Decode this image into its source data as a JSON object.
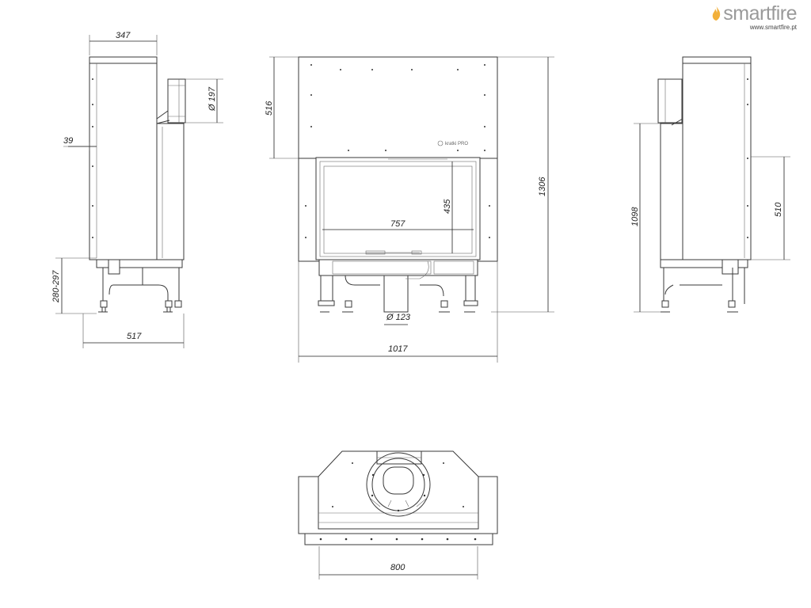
{
  "brand": {
    "name": "smartfire",
    "url": "www.smartfire.pt",
    "accent_color": "#f2b03a",
    "text_color": "#9a9a9a"
  },
  "door_logo": "kratki PRO",
  "dimensions": {
    "side_depth_top": "347",
    "flue_diameter": "Ø 197",
    "side_offset": "39",
    "leg_height": "280-297",
    "side_depth_total": "517",
    "front_top_height": "516",
    "glass_height": "435",
    "glass_width": "757",
    "total_height": "1306",
    "air_inlet_diameter": "Ø 123",
    "total_width": "1017",
    "side_height": "1098",
    "side_lower_height": "510",
    "bottom_width": "800"
  }
}
